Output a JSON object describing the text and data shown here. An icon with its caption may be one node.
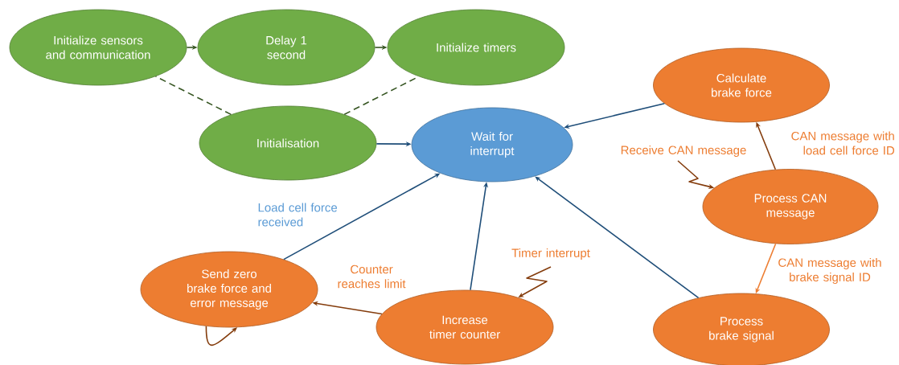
{
  "diagram": {
    "nodes": [
      {
        "text": [
          "Initialize sensors and communication"
        ]
      },
      {
        "text": [
          "Delay 1 second"
        ]
      },
      {
        "text": [
          "Initialize timers"
        ]
      },
      {
        "text": [
          "Initialisation"
        ]
      },
      {
        "text": [
          "Wait for interrupt"
        ]
      },
      {
        "text": [
          "Calculate brake force"
        ]
      },
      {
        "text": [
          "Process CAN message"
        ]
      },
      {
        "text": [
          "Process brake signal"
        ]
      },
      {
        "text": [
          "Send zero brake force and error message"
        ]
      },
      {
        "text": [
          "Increase timer counter"
        ]
      }
    ],
    "edges": [
      {
        "from": 0,
        "to": 1,
        "arrow": "to",
        "color": "#375623"
      },
      {
        "from": 1,
        "to": 2,
        "arrow": "to",
        "color": "#375623"
      },
      {
        "from": 3,
        "to": 0,
        "arrow": "none",
        "style": "dashed",
        "color": "#375623"
      },
      {
        "from": 3,
        "to": 2,
        "arrow": "none",
        "style": "dashed",
        "color": "#375623"
      },
      {
        "from": 3,
        "to": 4,
        "arrow": "to"
      },
      {
        "from": 5,
        "to": 4,
        "arrow": "to"
      },
      {
        "from": 6,
        "to": 5,
        "arrow": "to",
        "label": "CAN message with load cell force ID",
        "color": "#843c0c"
      },
      {
        "from": 6,
        "to": 7,
        "arrow": "to",
        "label": "CAN message with brake signal ID",
        "color": "#ed7d31"
      },
      {
        "from": 7,
        "to": 4,
        "arrow": "to"
      },
      {
        "from": null,
        "to": 6,
        "arrow": "to",
        "label": "Receive CAN message",
        "color": "#843c0c"
      },
      {
        "from": 9,
        "to": 4,
        "arrow": "to"
      },
      {
        "from": 8,
        "to": 4,
        "arrow": "to",
        "label": "Load cell force received"
      },
      {
        "from": null,
        "to": 9,
        "arrow": "to",
        "label": "Timer interrupt",
        "color": "#843c0c"
      },
      {
        "from": 9,
        "to": 8,
        "arrow": "to",
        "label": "Counter reaches limit",
        "color": "#843c0c"
      },
      {
        "from": 8,
        "to": 8,
        "arrow": "to",
        "color": "#843c0c"
      }
    ]
  }
}
